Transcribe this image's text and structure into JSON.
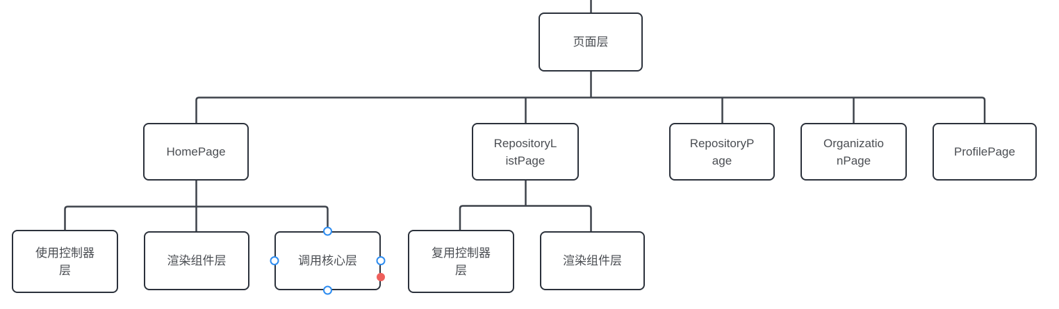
{
  "diagram": {
    "type": "tree",
    "colors": {
      "background": "#ffffff",
      "node_fill": "#ffffff",
      "node_border": "#2b313b",
      "connector": "#3d424a",
      "label": "#4a4d52",
      "selection_handle": "#2d8cf0",
      "selection_dot": "#ee5f5b"
    },
    "nodes": [
      {
        "id": "page-layer",
        "label": "页面层",
        "selected": false
      },
      {
        "id": "home-page",
        "label": "HomePage",
        "selected": false
      },
      {
        "id": "repository-list-page",
        "label": "RepositoryL\nistPage",
        "selected": false
      },
      {
        "id": "repository-page",
        "label": "RepositoryP\nage",
        "selected": false
      },
      {
        "id": "organization-page",
        "label": "Organizatio\nnPage",
        "selected": false
      },
      {
        "id": "profile-page",
        "label": "ProfilePage",
        "selected": false
      },
      {
        "id": "use-controller-layer",
        "label": "使用控制器\n层",
        "selected": false
      },
      {
        "id": "render-component-layer-1",
        "label": "渲染组件层",
        "selected": false
      },
      {
        "id": "call-core-layer",
        "label": "调用核心层",
        "selected": true
      },
      {
        "id": "reuse-controller-layer",
        "label": "复用控制器\n层",
        "selected": false
      },
      {
        "id": "render-component-layer-2",
        "label": "渲染组件层",
        "selected": false
      }
    ],
    "edges": [
      {
        "from": "page-layer",
        "to": "home-page"
      },
      {
        "from": "page-layer",
        "to": "repository-list-page"
      },
      {
        "from": "page-layer",
        "to": "repository-page"
      },
      {
        "from": "page-layer",
        "to": "organization-page"
      },
      {
        "from": "page-layer",
        "to": "profile-page"
      },
      {
        "from": "home-page",
        "to": "use-controller-layer"
      },
      {
        "from": "home-page",
        "to": "render-component-layer-1"
      },
      {
        "from": "home-page",
        "to": "call-core-layer"
      },
      {
        "from": "repository-list-page",
        "to": "reuse-controller-layer"
      },
      {
        "from": "repository-list-page",
        "to": "render-component-layer-2"
      }
    ]
  }
}
